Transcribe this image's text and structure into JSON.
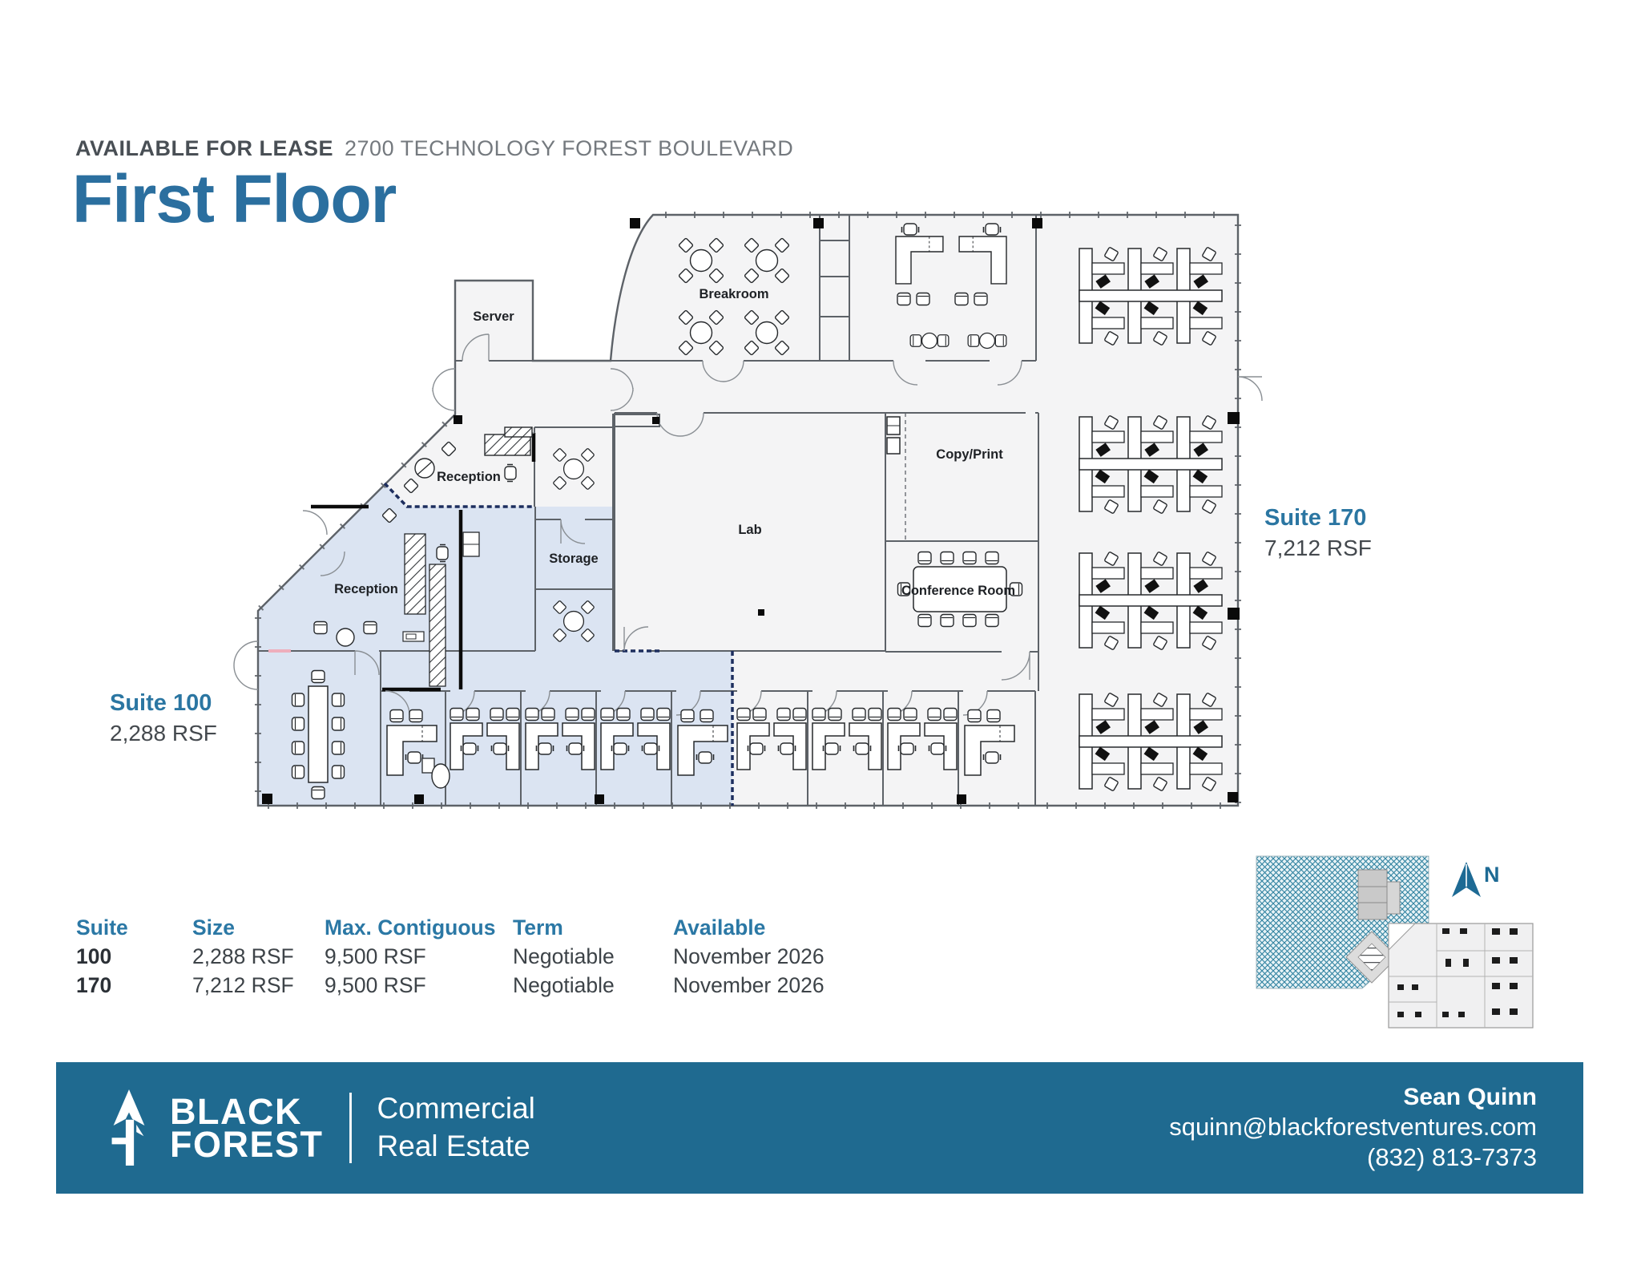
{
  "header": {
    "eyebrow_bold": "AVAILABLE FOR LEASE",
    "eyebrow_address": "2700 TECHNOLOGY FOREST BOULEVARD",
    "title": "First Floor"
  },
  "floor_plan": {
    "room_labels": {
      "server": "Server",
      "breakroom": "Breakroom",
      "reception_170": "Reception",
      "storage": "Storage",
      "lab": "Lab",
      "copy_print": "Copy/Print",
      "conference": "Conference Room",
      "reception_100": "Reception"
    },
    "suite_170": {
      "name": "Suite 170",
      "size": "7,212 RSF"
    },
    "suite_100": {
      "name": "Suite 100",
      "size": "2,288 RSF"
    }
  },
  "availability_table": {
    "columns": [
      "Suite",
      "Size",
      "Max. Contiguous",
      "Term",
      "Available"
    ],
    "rows": [
      {
        "suite": "100",
        "size": "2,288 RSF",
        "max_contiguous": "9,500 RSF",
        "term": "Negotiable",
        "available": "November 2026"
      },
      {
        "suite": "170",
        "size": "7,212 RSF",
        "max_contiguous": "9,500 RSF",
        "term": "Negotiable",
        "available": "November 2026"
      }
    ]
  },
  "site_map": {
    "north_label": "N"
  },
  "footer": {
    "brand_line1": "BLACK",
    "brand_line2": "FOREST",
    "division_line1": "Commercial",
    "division_line2": "Real Estate",
    "contact_name": "Sean Quinn",
    "contact_email": "squinn@blackforestventures.com",
    "contact_phone": "(832) 813-7373"
  },
  "colors": {
    "accent_blue": "#2b6f9f",
    "accent_teal": "#2b78a5",
    "footer_teal": "#1f6a90",
    "suite100_fill": "#dbe4f2",
    "plan_fill": "#f4f4f5",
    "navy_demising": "#1d2e5e"
  }
}
